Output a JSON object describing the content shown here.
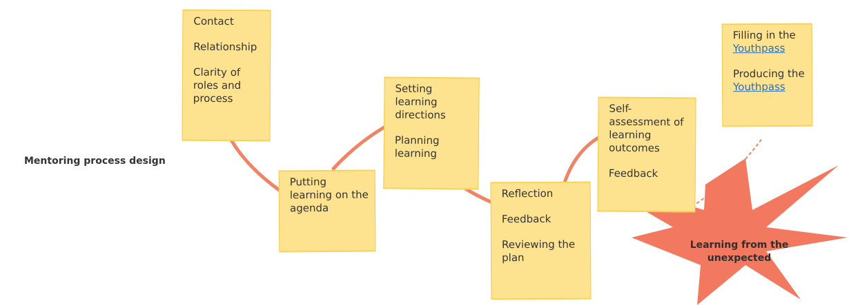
{
  "diagram": {
    "title": "Mentoring process design",
    "colors": {
      "note_fill": "#fde38f",
      "note_border": "#f2c94c",
      "connector": "#ef8467",
      "burst": "#f2785f",
      "link": "#2a6ebb"
    },
    "notes": [
      {
        "id": "note-1",
        "items": [
          "Contact",
          "Relationship",
          "Clarity of roles and process"
        ]
      },
      {
        "id": "note-2",
        "items": [
          "Putting learning on the agenda"
        ]
      },
      {
        "id": "note-3",
        "items": [
          "Setting learning directions",
          "Planning learning"
        ]
      },
      {
        "id": "note-4",
        "items": [
          "Reflection",
          "Feedback",
          "Reviewing the plan"
        ]
      },
      {
        "id": "note-5",
        "items": [
          "Self-assessment of learning outcomes",
          "Feedback"
        ]
      },
      {
        "id": "note-6",
        "items": [
          {
            "prefix": "Filling in the",
            "link": "Youthpass"
          },
          {
            "prefix": "Producing the",
            "link": "Youthpass"
          }
        ]
      }
    ],
    "burst_label": "Learning from the unexpected"
  }
}
